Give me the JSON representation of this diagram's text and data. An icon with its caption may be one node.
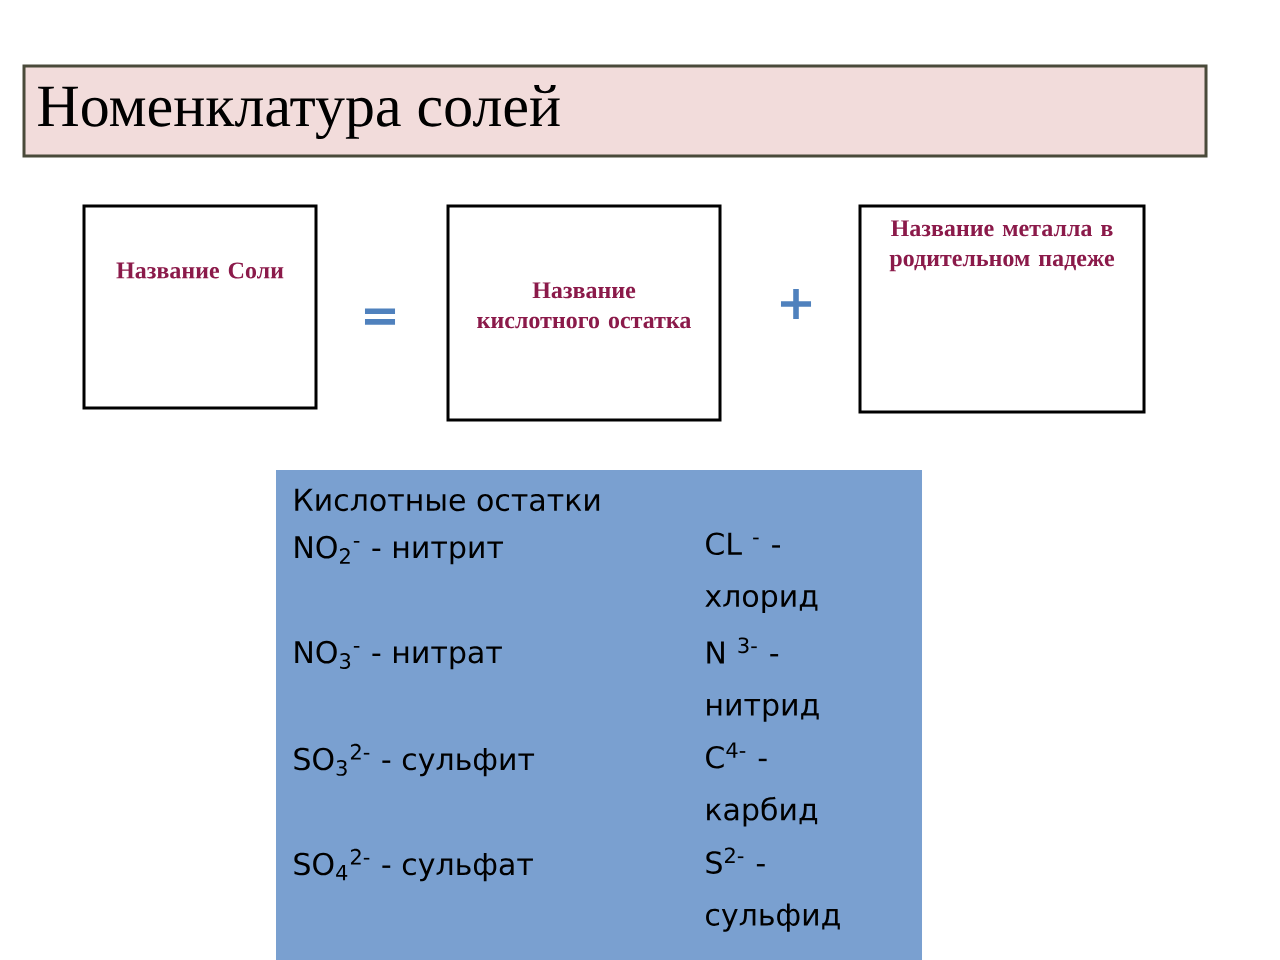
{
  "diagram": {
    "title": "Номенклатура солей",
    "nodes": [
      {
        "text": [
          "Название Соли"
        ]
      },
      {
        "text": [
          "Название кислотного остатка"
        ]
      },
      {
        "text": [
          "Название металла в родительном падеже"
        ]
      },
      {
        "text": [
          "Кислотные остатки",
          "NO$_{2}$$^{-}$ - нитрит",
          "CL $^{-}$ - хлорид",
          "NO$_{3}$$^{-}$ - нитрат",
          "N $^{3-}$ - нитрид",
          "SO$_{3}$$^{2-}$ - сульфит",
          "C$^{4-}$ - карбид",
          "SO$_{4}$$^{2-}$ - сульфат",
          "S$^{2-}$ - сульфид"
        ]
      }
    ],
    "labels": [
      "=",
      "+"
    ]
  }
}
